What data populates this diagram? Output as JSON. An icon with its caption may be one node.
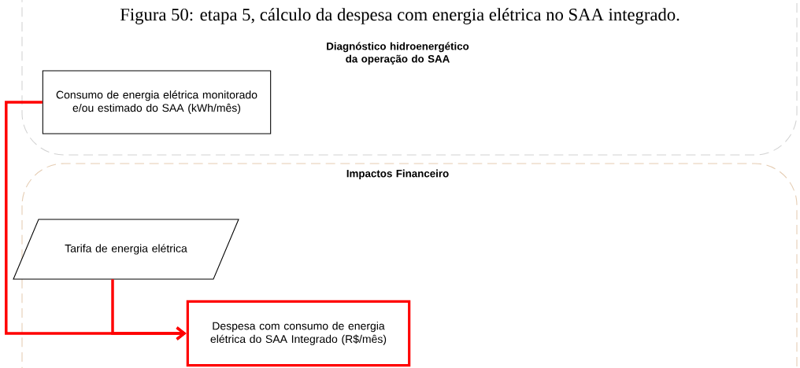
{
  "diagram": {
    "title": "Figura 50: etapa 5, cálculo da despesa com energia elétrica no SAA integrado.",
    "nodes": [
      {
        "text": [
          "Diagnóstico hidroenergético da operação do SAA"
        ]
      },
      {
        "text": [
          "Consumo de energia elétrica monitorado e/ou estimado do SAA (kWh/mês)"
        ],
        "in": 0
      },
      {
        "text": [
          "Impactos Financeiro"
        ]
      },
      {
        "text": [
          "Tarifa de energia elétrica"
        ],
        "in": 2
      },
      {
        "text": [
          "Despesa com consumo de energia elétrica do SAA Integrado (R$/mês)"
        ],
        "in": 2
      }
    ],
    "edges": [
      {
        "from": 1,
        "to": 4,
        "arrow": "to"
      },
      {
        "from": 3,
        "to": 4,
        "arrow": "to"
      }
    ]
  }
}
